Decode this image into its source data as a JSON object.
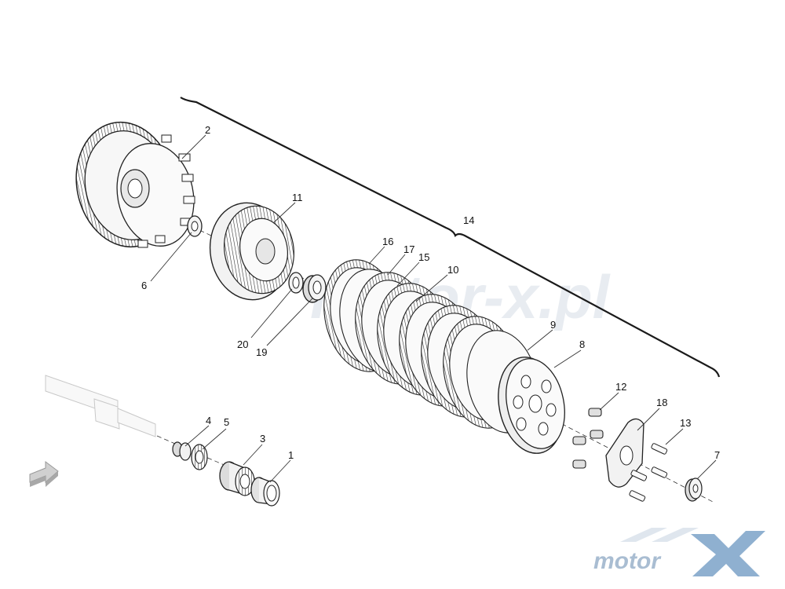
{
  "labels": {
    "p1": "1",
    "p2": "2",
    "p3": "3",
    "p4": "4",
    "p5": "5",
    "p6": "6",
    "p7": "7",
    "p8": "8",
    "p9": "9",
    "p10": "10",
    "p11": "11",
    "p12": "12",
    "p13": "13",
    "p14": "14",
    "p15": "15",
    "p16": "16",
    "p17": "17",
    "p18": "18",
    "p19": "19",
    "p20": "20"
  },
  "watermark": {
    "center": "motor-x.pl",
    "logo": "motor"
  },
  "colors": {
    "line": "#1a1a1a",
    "fill": "#f4f4f4",
    "watermark": "#c8d2de",
    "logo": "#9fb7cf",
    "faded": "#c8c8c8"
  }
}
